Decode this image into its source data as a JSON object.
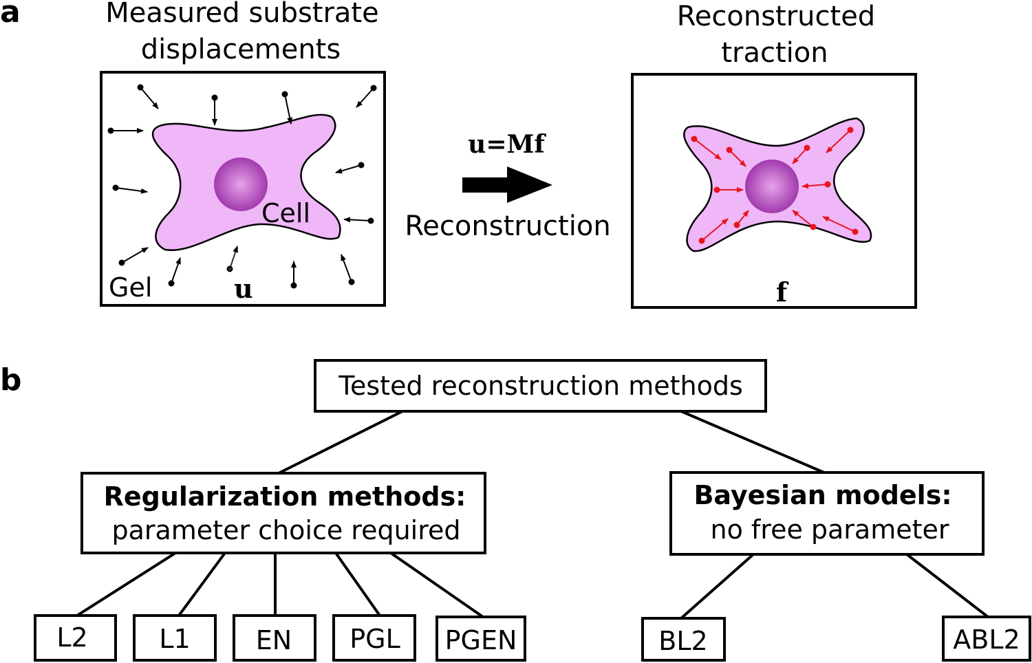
{
  "panel_a": {
    "letter": "a",
    "left_title": [
      "Measured substrate",
      "displacements"
    ],
    "right_title": [
      "Reconstructed",
      "traction"
    ],
    "cell_label": "Cell",
    "gel_label": "Gel",
    "displacement_symbol": "u",
    "traction_symbol": "f",
    "equation": "u=Mf",
    "arrow_label": "Reconstruction",
    "colors": {
      "cell_fill": "#efb6f8",
      "nucleus": "#a93fb3",
      "traction_arrow": "#e8141e"
    }
  },
  "panel_b": {
    "letter": "b",
    "root": "Tested reconstruction methods",
    "regularization": {
      "title": "Regularization methods:",
      "subtitle": "parameter choice required"
    },
    "bayesian": {
      "title": "Bayesian models:",
      "subtitle": "no free parameter"
    },
    "regularization_methods": [
      "L2",
      "L1",
      "EN",
      "PGL",
      "PGEN"
    ],
    "bayesian_methods": [
      "BL2",
      "ABL2"
    ]
  }
}
